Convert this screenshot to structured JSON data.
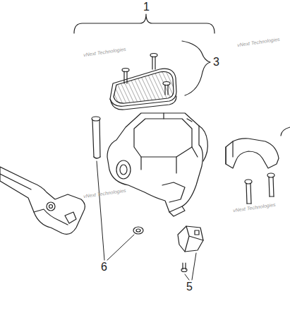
{
  "diagram": {
    "labels": [
      "1",
      "3",
      "6",
      "5",
      "vNext Technologies",
      "vNext Technologies",
      "vNext Technologies",
      "vNext Technologies"
    ]
  }
}
